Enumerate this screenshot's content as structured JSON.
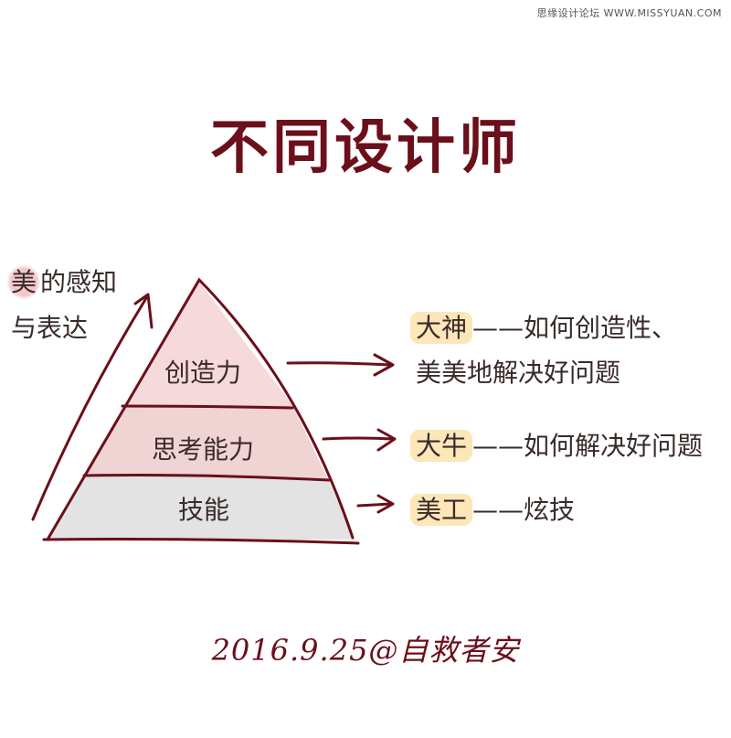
{
  "watermark": "思缘设计论坛  WWW.MISSYUAN.COM",
  "title": "不同设计师",
  "axis_label": {
    "highlight": "美",
    "line1_rest": "的感知",
    "line2": "与表达"
  },
  "pyramid": {
    "levels": [
      {
        "label": "创造力",
        "fill": "#f6d9da"
      },
      {
        "label": "思考能力",
        "fill": "#f0d3d3"
      },
      {
        "label": "技能",
        "fill": "#e3e3e3"
      }
    ]
  },
  "roles": [
    {
      "name": "大神",
      "dash": "——",
      "desc_line1": "如何创造性、",
      "desc_line2": "美美地解决好问题"
    },
    {
      "name": "大牛",
      "dash": "——",
      "desc_line1": "如何解决好问题"
    },
    {
      "name": "美工",
      "dash": "——",
      "desc_line1": "炫技"
    }
  ],
  "signature": "2016.9.25@自救者安",
  "colors": {
    "accent": "#6b0f1a",
    "pink_highlight": "#f4c6c9",
    "yellow_highlight": "#fde6b8"
  }
}
